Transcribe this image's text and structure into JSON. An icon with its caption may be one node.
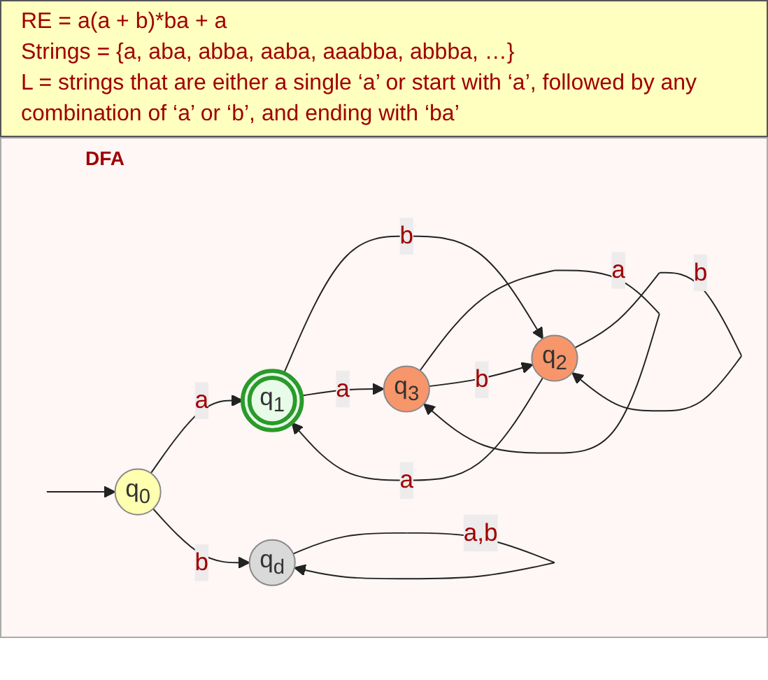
{
  "diagram": {
    "nodes": [
      {
        "text": [
          "q$_{0}$"
        ]
      },
      {
        "text": [
          "q$_{1}$"
        ]
      },
      {
        "text": [
          "q$_{2}$"
        ]
      },
      {
        "text": [
          "q$_{3}$"
        ]
      },
      {
        "text": [
          "q$_{d}$"
        ]
      }
    ],
    "edges": [
      {
        "from": null,
        "to": 0,
        "arrow": "to"
      },
      {
        "from": 0,
        "to": 1,
        "arrow": "to",
        "label": "a"
      },
      {
        "from": 1,
        "to": 2,
        "arrow": "to",
        "label": "b"
      },
      {
        "from": 1,
        "to": 3,
        "arrow": "to",
        "label": "a"
      },
      {
        "from": 3,
        "to": 3,
        "arrow": "to",
        "label": "a"
      },
      {
        "from": 3,
        "to": 2,
        "arrow": "to",
        "label": "b"
      },
      {
        "from": 2,
        "to": 2,
        "arrow": "to",
        "label": "b"
      },
      {
        "from": 2,
        "to": 1,
        "arrow": "to",
        "label": "a"
      },
      {
        "from": 0,
        "to": 4,
        "arrow": "to",
        "label": "b"
      },
      {
        "from": 4,
        "to": 4,
        "arrow": "to",
        "label": "a,b"
      }
    ],
    "labels": [
      "RE = a(a + b)*ba + a",
      "Strings = {a, aba, abba, aaba, aaabba, abbba, …}",
      "L = strings that are either a single ‘a’ or start with ‘a’, followed by any combination of ‘a’ or ‘b’, and ending with ‘ba’",
      "DFA"
    ]
  }
}
